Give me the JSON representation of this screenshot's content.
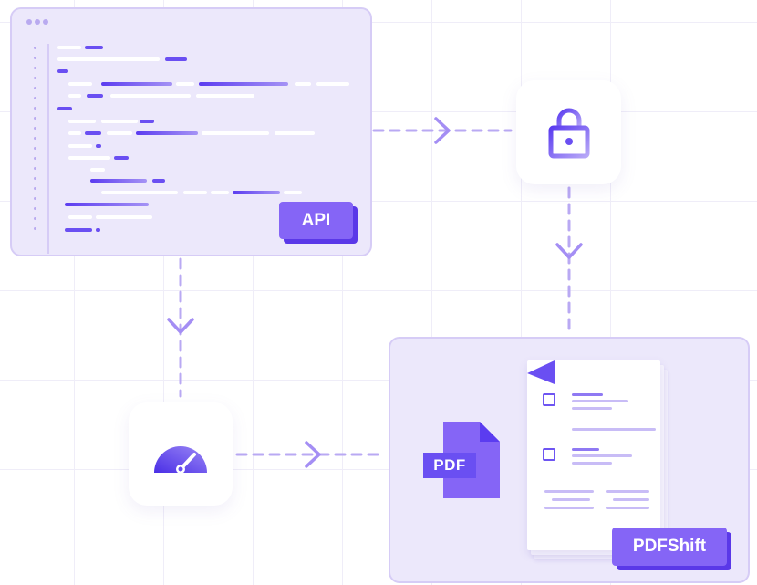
{
  "api_label": "API",
  "pdf_icon_text": "PDF",
  "brand_label": "PDFShift",
  "icons": [
    "window-dots-icon",
    "lock-icon",
    "speedometer-icon",
    "pdf-file-icon",
    "document-icon",
    "checkbox-icon",
    "arrow-right-icon",
    "arrow-down-icon"
  ],
  "colors": {
    "accent": "#6a4ff2",
    "label": "#8565f6",
    "panel_fill": "#ece8fb",
    "panel_border": "#d6ccf6",
    "connector": "#b9a9f3"
  }
}
